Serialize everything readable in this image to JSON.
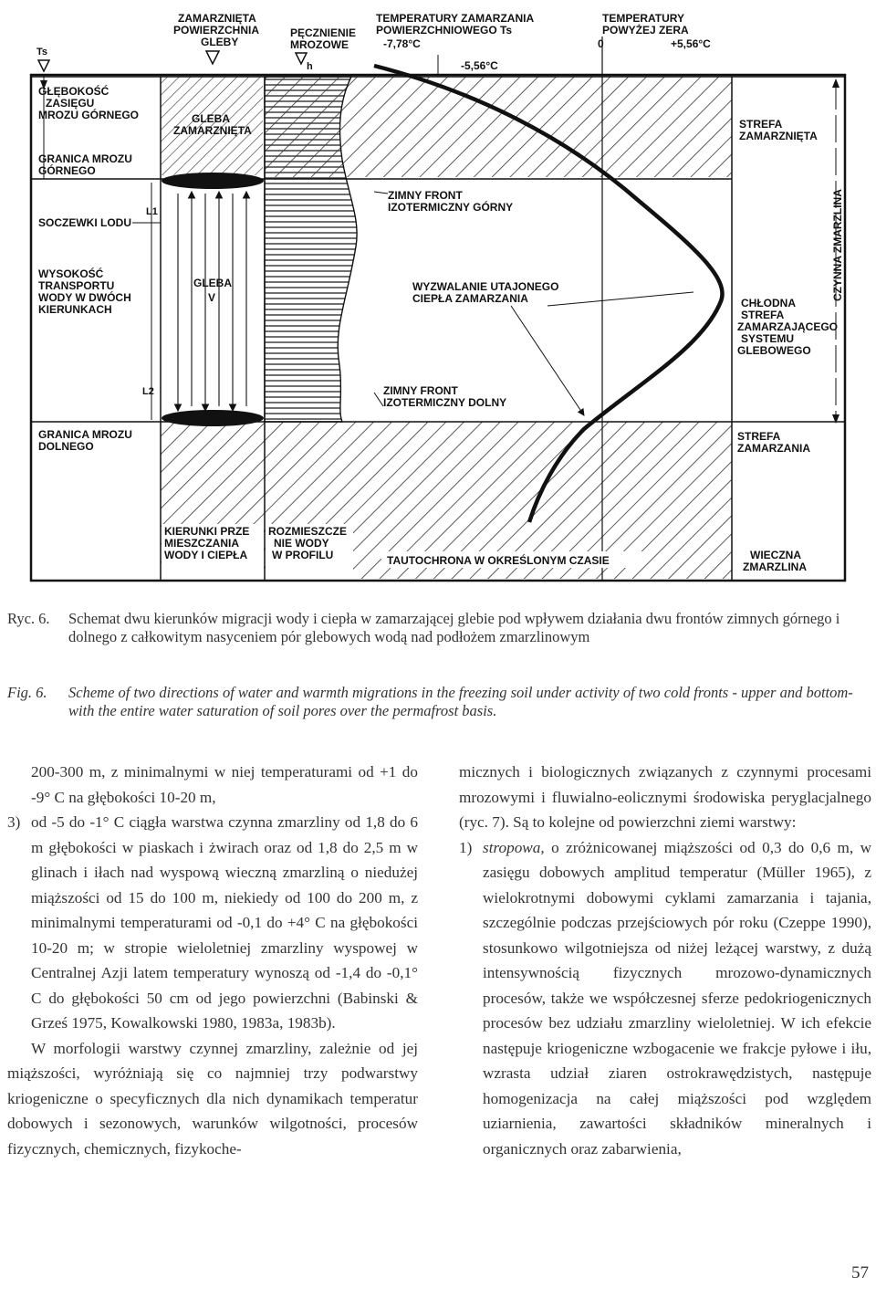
{
  "figure": {
    "labels": {
      "glebokosc_zasiegu": [
        "GŁĘBOKOŚĆ",
        "ZASIĘGU",
        "MROZU GÓRNEGO"
      ],
      "granica_gornego": [
        "GRANICA MROZU",
        "GÓRNEGO"
      ],
      "soczewki": "SOCZEWKI LODU",
      "wysokosc": [
        "WYSOKOŚĆ",
        "TRANSPORTU",
        "WODY W DWÓCH",
        "KIERUNKACH"
      ],
      "granica_dolnego": [
        "GRANICA MROZU",
        "DOLNEGO"
      ],
      "zamarznieta_powierzchnia": [
        "ZAMARZNIĘTA",
        "POWIERZCHNIA",
        "GLEBY"
      ],
      "pecznienie": [
        "PĘCZNIENIE",
        "MROZOWE"
      ],
      "temperatury_zamarzania": [
        "TEMPERATURY ZAMARZANIA",
        "POWIERZCHNIOWEGO Ts"
      ],
      "temperatury_powyzej": [
        "TEMPERATURY",
        "POWYŻEJ ZERA"
      ],
      "t_minus_778": "-7,78°C",
      "t_minus_556": "-5,56°C",
      "t_zero": "0",
      "t_plus_556": "+5,56°C",
      "ts": "Ts",
      "h": "h",
      "gleba_zamarznieta": [
        "GLEBA",
        "ZAMARZNIĘTA"
      ],
      "l1": "L1",
      "l2": "L2",
      "gleba_v": [
        "GLEBA",
        "V"
      ],
      "zimny_front_gorny": [
        "ZIMNY FRONT",
        "IZOTERMICZNY GÓRNY"
      ],
      "wyzwalanie": [
        "WYZWALANIE UTAJONEGO",
        "CIEPŁA ZAMARZANIA"
      ],
      "zimny_front_dolny": [
        "ZIMNY FRONT",
        "IZOTERMICZNY DOLNY"
      ],
      "strefa_zamarznieta": [
        "STREFA",
        "ZAMARZNIĘTA"
      ],
      "chlodna_strefa": [
        "CHŁODNA",
        "STREFA",
        "ZAMARZAJĄCEGO",
        "SYSTEMU",
        "GLEBOWEGO"
      ],
      "strefa_zamarzania": [
        "STREFA",
        "ZAMARZANIA"
      ],
      "wieczna": [
        "WIECZNA",
        "ZMARZLINA"
      ],
      "czynna_zmarzlina": "CZYNNA ZMARZLINA",
      "kierunki": [
        "KIERUNKI PRZE",
        "MIESZCZANIA",
        "WODY I CIEPŁA"
      ],
      "rozmieszczenie": [
        "ROZMIESZCZE",
        "NIE WODY",
        "W PROFILU"
      ],
      "tautochrona": "TAUTOCHRONA W OKREŚLONYM CZASIE"
    }
  },
  "caption_pl": {
    "number": "Ryc. 6.",
    "text": "Schemat dwu kierunków migracji wody i ciepła w zamarzającej glebie pod wpływem działania dwu frontów zimnych górnego i dolnego z całkowitym nasyceniem pór glebowych wodą nad podłożem zmarzlinowym"
  },
  "caption_en": {
    "number": "Fig. 6.",
    "text": "Scheme of two directions of water and warmth migrations in the freezing soil under activity of two cold fronts - upper and bottom- with the entire water saturation of soil pores over the permafrost basis."
  },
  "left_column": {
    "p1": "200-300 m, z minimalnymi w niej temperaturami od +1 do -9° C na głębokości 10-20 m,",
    "item3_marker": "3)",
    "item3": "od -5 do -1° C ciągła warstwa czynna zmarzliny od 1,8 do 6 m głębokości w piaskach i żwirach oraz od 1,8 do 2,5 m w glinach i iłach nad wyspową wieczną zmarzliną o niedużej miąższości od 15 do 100 m, niekiedy od 100 do 200 m, z minimalnymi temperaturami od -0,1 do +4° C na głębokości 10-20 m; w stropie wieloletniej zmarzliny wyspowej w Centralnej Azji latem temperatury wynoszą od -1,4 do -0,1° C do głębokości 50 cm od jego powierzchni (Babinski & Grześ 1975, Kowalkowski 1980, 1983a, 1983b).",
    "p2": "W morfologii warstwy czynnej zmarzliny, zależnie od jej miąższości, wyróżniają się co najmniej trzy podwarstwy kriogeniczne o specyficznych dla nich dynamikach temperatur dobowych i sezonowych, warunków wilgotności, procesów fizycznych, chemicznych, fizykoche-"
  },
  "right_column": {
    "p1": "micznych i biologicznych związanych z czynnymi procesami mrozowymi i fluwialno-eolicznymi środowiska peryglacjalnego (ryc. 7). Są to kolejne od powierzchni ziemi warstwy:",
    "item1_marker": "1)",
    "item1_em": "stropowa,",
    "item1": "o zróżnicowanej miąższości od 0,3 do 0,6 m, w zasięgu dobowych amplitud temperatur (Müller 1965), z wielokrotnymi dobowymi cyklami zamarzania i tajania, szczególnie podczas przejściowych pór roku (Czeppe 1990), stosunkowo wilgotniejsza od niżej leżącej warstwy, z dużą intensywnością fizycznych mrozowo-dynamicznych procesów, także we współczesnej sferze pedokriogenicznych procesów bez udziału zmarzliny wieloletniej. W ich efekcie następuje kriogeniczne wzbogacenie we frakcje pyłowe i iłu, wzrasta udział ziaren ostrokrawędzistych, następuje homogenizacja na całej miąższości pod względem uziarnienia, zawartości składników mineralnych i organicznych oraz zabarwienia,"
  },
  "page_number": "57"
}
